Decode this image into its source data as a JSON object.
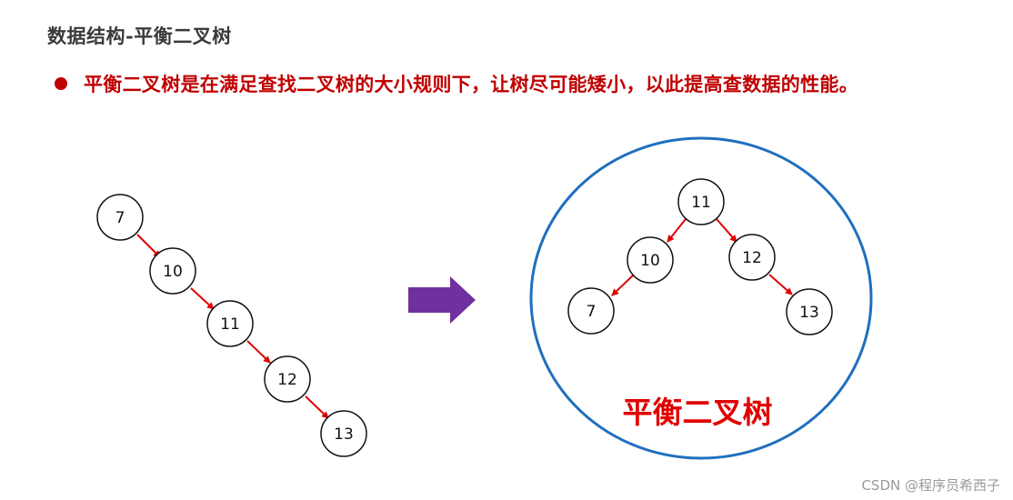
{
  "header": {
    "title": "数据结构-平衡二叉树"
  },
  "bullet": {
    "text": "平衡二叉树是在满足查找二叉树的大小规则下，让树尽可能矮小，以此提高查数据的性能。"
  },
  "unbalanced_tree": {
    "nodes": [
      "7",
      "10",
      "11",
      "12",
      "13"
    ]
  },
  "balanced_tree": {
    "nodes": [
      "11",
      "10",
      "12",
      "7",
      "13"
    ],
    "label": "平衡二叉树"
  },
  "watermark": "CSDN @程序员希西子",
  "colors": {
    "title_text": "#3a3a3a",
    "bullet_dot": "#c00000",
    "bullet_text": "#c00000",
    "edge_arrow": "#e00000",
    "transform_arrow": "#7030a0",
    "enclosing_circle": "#1f6fbf",
    "node_stroke": "#111111",
    "balanced_label": "#e00000"
  },
  "icons": {
    "bullet": "bullet-dot-icon",
    "transform": "right-arrow-icon"
  }
}
